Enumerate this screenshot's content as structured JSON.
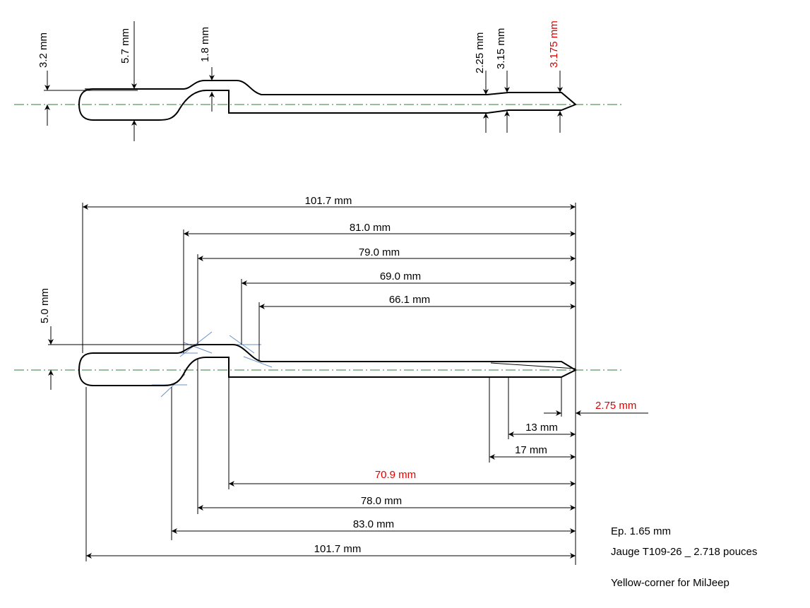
{
  "colors": {
    "line": "#000000",
    "centerline": "#2e7d32",
    "construction": "#6a8fc7",
    "highlight": "#e00000"
  },
  "top_view": {
    "dims": {
      "d_3_2": "3.2 mm",
      "d_5_7": "5.7 mm",
      "d_1_8": "1.8 mm",
      "d_2_25": "2.25 mm",
      "d_3_15": "3.15 mm",
      "d_3_175": "3.175 mm"
    }
  },
  "side_view": {
    "upper_dims": {
      "len_101_7_top": "101.7 mm",
      "len_81_0": "81.0 mm",
      "len_79_0": "79.0 mm",
      "len_69_0": "69.0 mm",
      "len_66_1": "66.1 mm",
      "height_5_0": "5.0 mm"
    },
    "lower_dims": {
      "tip_2_75": "2.75 mm",
      "len_13": "13 mm",
      "len_17": "17 mm",
      "len_70_9": "70.9 mm",
      "len_78_0": "78.0 mm",
      "len_83_0": "83.0 mm",
      "len_101_7_bottom": "101.7 mm"
    }
  },
  "notes": {
    "thickness": "Ep. 1.65 mm",
    "gauge": "Jauge T109-26 _ 2.718 pouces",
    "credit": "Yellow-corner for MilJeep"
  }
}
